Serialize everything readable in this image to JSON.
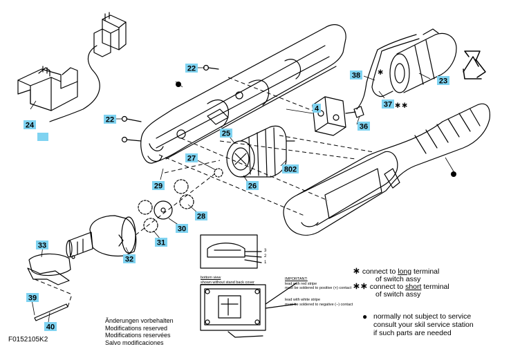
{
  "parts": [
    {
      "id": "charger",
      "label": "24"
    },
    {
      "id": "screw_top",
      "label": "22"
    },
    {
      "id": "screw_mid",
      "label": "22"
    },
    {
      "id": "switch",
      "label": "4"
    },
    {
      "id": "wire_long",
      "label": "38"
    },
    {
      "id": "wire_short",
      "label": "37"
    },
    {
      "id": "battery",
      "label": "23"
    },
    {
      "id": "terminal",
      "label": "36"
    },
    {
      "id": "motor_ring",
      "label": "25"
    },
    {
      "id": "motor",
      "label": "802"
    },
    {
      "id": "pinion",
      "label": "27"
    },
    {
      "id": "motor_bushing",
      "label": "26"
    },
    {
      "id": "pin",
      "label": "29"
    },
    {
      "id": "planet_gears",
      "label": "28"
    },
    {
      "id": "carrier",
      "label": "30"
    },
    {
      "id": "sun_gear",
      "label": "31"
    },
    {
      "id": "gear_housing",
      "label": "32"
    },
    {
      "id": "clip",
      "label": "33"
    },
    {
      "id": "bit",
      "label": "39"
    },
    {
      "id": "bit_holder",
      "label": "40"
    }
  ],
  "marks": {
    "single_star": "∗",
    "double_star": "∗∗",
    "dot": "●"
  },
  "notes": {
    "long_line1": "connect to ",
    "long_word": "long",
    "long_line1b": " terminal",
    "long_line2": "of switch assy",
    "short_line1": "connect to ",
    "short_word": "short",
    "short_line1b": " terminal",
    "short_line2": "of switch assy",
    "service_line1": "normally not subject to service",
    "service_line2": "consult your skil service station",
    "service_line3": "if such parts are needed"
  },
  "bottom_view": {
    "title1": "bottom view",
    "title2": "shown without stand back cover",
    "important": "IMPORTANT:",
    "red1": "lead with red stripe",
    "red2": "must be soldered to positive (+) contact",
    "white1": "lead with white stripe",
    "white2": "must be soldered to negative (−) contact"
  },
  "side_view_labels": [
    "3",
    "2",
    "1"
  ],
  "languages": [
    "Änderungen vorbehalten",
    "Modifications reserved",
    "Modifications reservées",
    "Salvo modificaciones"
  ],
  "drawing_code": "F0152105K2"
}
